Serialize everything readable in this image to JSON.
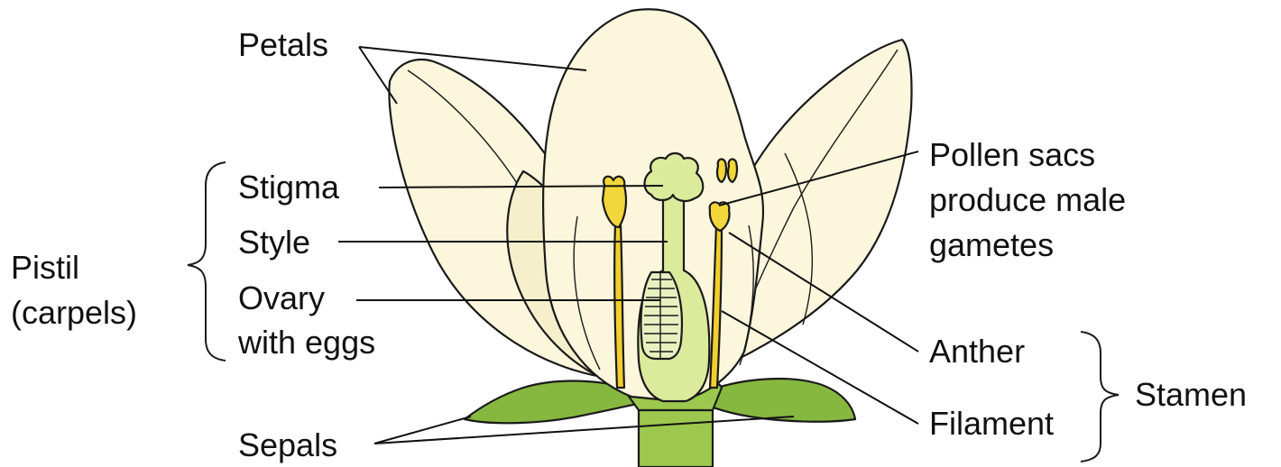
{
  "labels": {
    "petals": "Petals",
    "stigma": "Stigma",
    "style": "Style",
    "ovary_line1": "Ovary",
    "ovary_line2": "with eggs",
    "pistil_line1": "Pistil",
    "pistil_line2": "(carpels)",
    "sepals": "Sepals",
    "pollen_line1": "Pollen sacs",
    "pollen_line2": "produce male",
    "pollen_line3": "gametes",
    "anther": "Anther",
    "filament": "Filament",
    "stamen": "Stamen"
  },
  "colors": {
    "petal": "#fbf6dc",
    "petal_shade": "#f1e9c0",
    "pistil": "#dcea9c",
    "pistil_dark": "#b9d46a",
    "sepal": "#7fb23a",
    "sepal_light": "#a7cd5a",
    "anther": "#f2d63a",
    "filament": "#f2cf2c",
    "ovule": "#e9f0c0"
  }
}
